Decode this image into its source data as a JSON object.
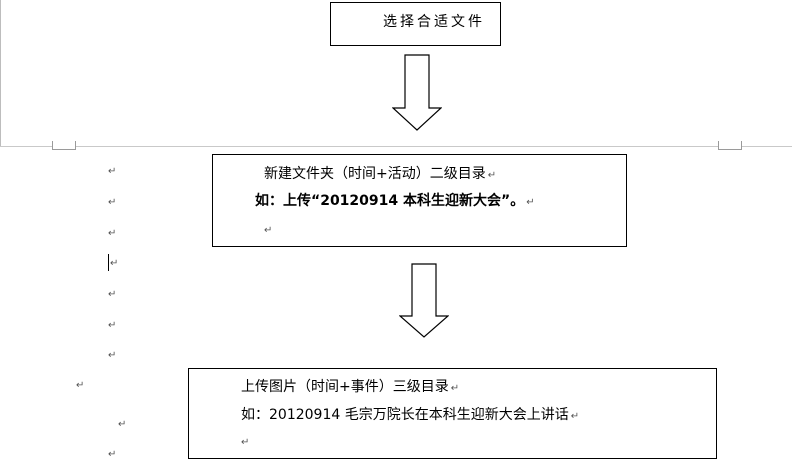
{
  "document": {
    "step1": {
      "text": "选择合适文件"
    },
    "step2": {
      "title": "新建文件夹（时间+活动）二级目录",
      "example_prefix": "如：上传“",
      "example_bold": "20120914 本科生迎新大会",
      "example_suffix": "”。"
    },
    "step3": {
      "title": "上传图片（时间+事件）三级目录",
      "example": "如：20120914 毛宗万院长在本科生迎新大会上讲话"
    },
    "paragraph_mark": "↵",
    "icons": {
      "arrow": "down-arrow-outline",
      "paragraph": "paragraph-mark-icon"
    }
  }
}
